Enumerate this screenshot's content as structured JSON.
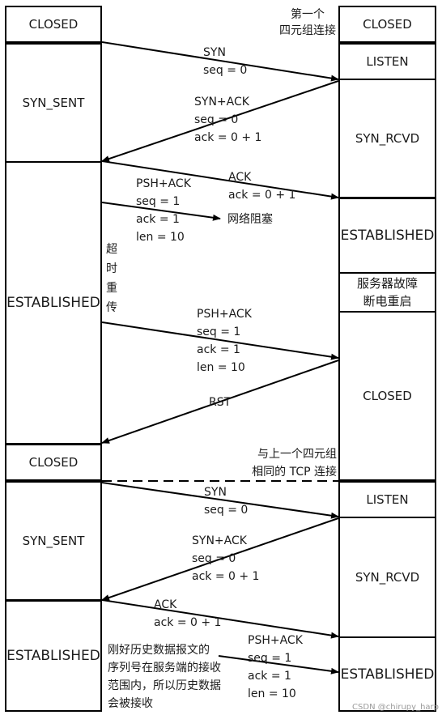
{
  "client": {
    "states": [
      "CLOSED",
      "SYN_SENT",
      "ESTABLISHED",
      "CLOSED",
      "SYN_SENT",
      "ESTABLISHED"
    ]
  },
  "server": {
    "states": [
      "CLOSED",
      "LISTEN",
      "SYN_RCVD",
      "ESTABLISHED",
      "服务器故障",
      "断电重启",
      "CLOSED",
      "LISTEN",
      "SYN_RCVD",
      "ESTABLISHED"
    ]
  },
  "notes": {
    "first_tuple": [
      "第一个",
      "四元组连接"
    ],
    "same_tuple": [
      "与上一个四元组",
      "相同的 TCP 连接"
    ],
    "blocked": "网络阻塞",
    "retransmit": [
      "超",
      "时",
      "重",
      "传"
    ],
    "history": [
      "刚好历史数据报文的",
      "序列号在服务端的接收",
      "范围内，所以历史数据",
      "会被接收"
    ]
  },
  "messages": {
    "syn1": [
      "SYN",
      "seq = 0"
    ],
    "synack1": [
      "SYN+ACK",
      "seq = 0",
      "ack = 0 + 1"
    ],
    "ack1": [
      "ACK",
      "ack = 0 + 1"
    ],
    "pshack_blocked": [
      "PSH+ACK",
      "seq = 1",
      "ack = 1",
      "len = 10"
    ],
    "pshack_retrans": [
      "PSH+ACK",
      "seq = 1",
      "ack = 1",
      "len = 10"
    ],
    "rst": "RST",
    "syn2": [
      "SYN",
      "seq = 0"
    ],
    "synack2": [
      "SYN+ACK",
      "seq = 0",
      "ack = 0 + 1"
    ],
    "ack2": [
      "ACK",
      "ack = 0 + 1"
    ],
    "pshack_history": [
      "PSH+ACK",
      "seq = 1",
      "ack = 1",
      "len = 10"
    ]
  },
  "watermark": "CSDN @chirupy_harp"
}
